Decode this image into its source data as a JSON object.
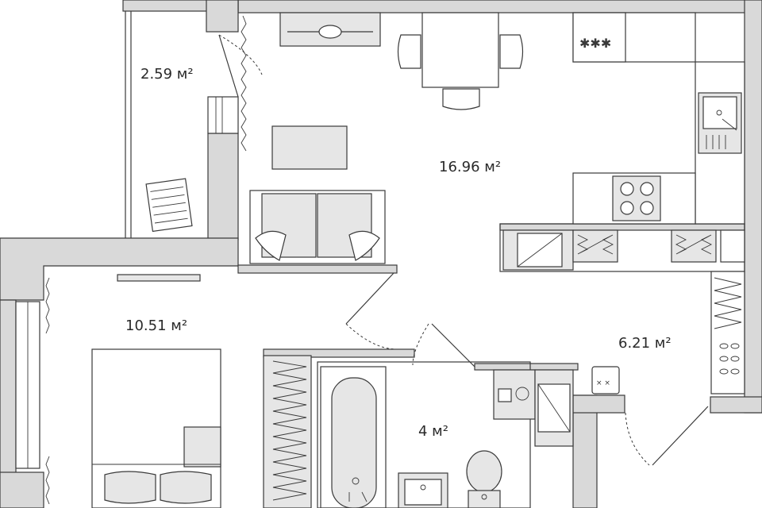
{
  "rooms": [
    {
      "id": "balcony",
      "area": "2.59 м²"
    },
    {
      "id": "living-kitchen",
      "area": "16.96 м²"
    },
    {
      "id": "bedroom",
      "area": "10.51 м²"
    },
    {
      "id": "hallway",
      "area": "6.21 м²"
    },
    {
      "id": "bathroom",
      "area": "4 м²"
    }
  ],
  "colors": {
    "wall_fill": "#d9d9d9",
    "line": "#3a3a3a",
    "furniture_fill": "#e6e6e6"
  }
}
